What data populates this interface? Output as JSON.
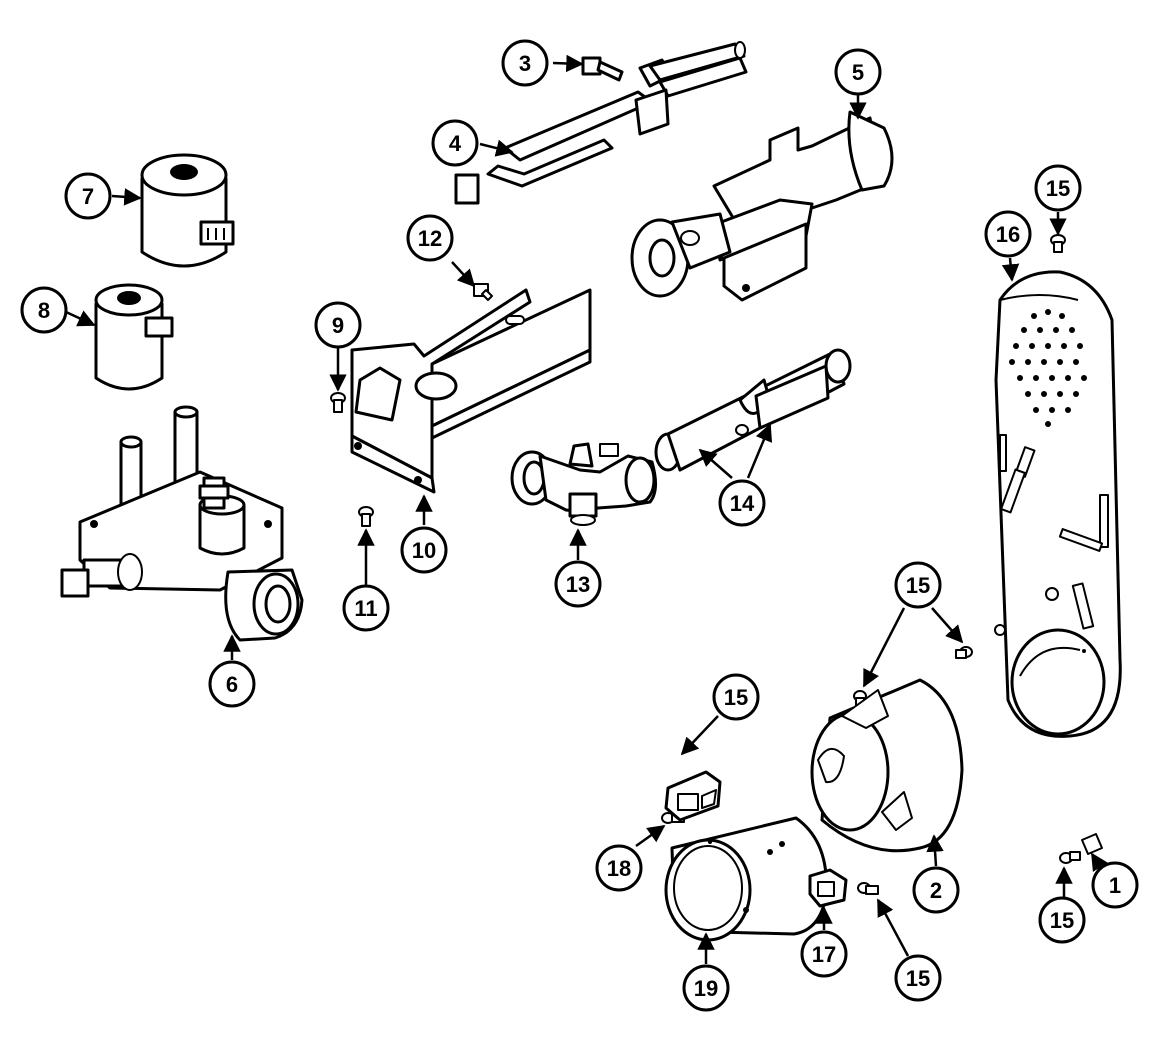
{
  "diagram": {
    "callouts": [
      {
        "id": "c1",
        "label": "1"
      },
      {
        "id": "c2",
        "label": "2"
      },
      {
        "id": "c3",
        "label": "3"
      },
      {
        "id": "c4",
        "label": "4"
      },
      {
        "id": "c5",
        "label": "5"
      },
      {
        "id": "c6",
        "label": "6"
      },
      {
        "id": "c7",
        "label": "7"
      },
      {
        "id": "c8",
        "label": "8"
      },
      {
        "id": "c9",
        "label": "9"
      },
      {
        "id": "c10",
        "label": "10"
      },
      {
        "id": "c11",
        "label": "11"
      },
      {
        "id": "c12",
        "label": "12"
      },
      {
        "id": "c13",
        "label": "13"
      },
      {
        "id": "c14",
        "label": "14"
      },
      {
        "id": "c15a",
        "label": "15"
      },
      {
        "id": "c15b",
        "label": "15"
      },
      {
        "id": "c15c",
        "label": "15"
      },
      {
        "id": "c15d",
        "label": "15"
      },
      {
        "id": "c15e",
        "label": "15"
      },
      {
        "id": "c16",
        "label": "16"
      },
      {
        "id": "c17",
        "label": "17"
      },
      {
        "id": "c18",
        "label": "18"
      },
      {
        "id": "c19",
        "label": "19"
      }
    ]
  }
}
